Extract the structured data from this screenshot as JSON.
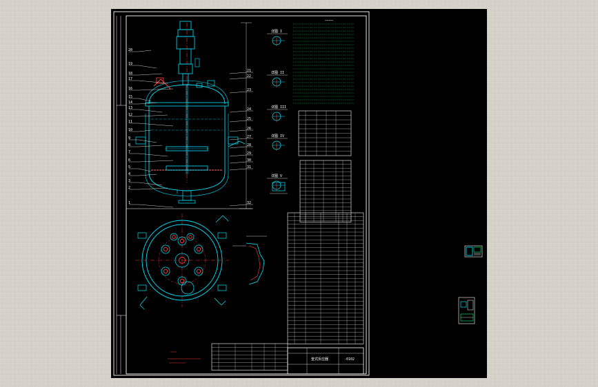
{
  "viewer": {
    "background_color": "#d4d0c8",
    "canvas_color": "#000000"
  },
  "drawing": {
    "colors": {
      "frame": "#ffffff",
      "outline": "#00e5ff",
      "center_line": "#ff3b3b",
      "leader": "#ffffff",
      "hidden": "#00e5ff",
      "highlight": "#ff4040",
      "text": "#ffffff",
      "table_grid": "#ffffff",
      "dim": "#00ff66"
    },
    "item_numbers_left": [
      "20",
      "19",
      "18",
      "17",
      "16",
      "15",
      "14",
      "13",
      "12",
      "11",
      "10",
      "9",
      "8",
      "7",
      "6",
      "5",
      "4",
      "3",
      "2",
      "1"
    ],
    "item_numbers_right": [
      "21",
      "22",
      "23",
      "24",
      "25",
      "26",
      "27",
      "28",
      "29",
      "30",
      "31",
      "32"
    ],
    "detail_titles": [
      "详图 I",
      "详图 II",
      "详图 III",
      "详图 IV",
      "详图 V"
    ],
    "title_block_label": "釜式反应器",
    "title_block_code": "-0102"
  },
  "thumbnails": [
    {
      "name": "thumbnail-1"
    },
    {
      "name": "thumbnail-2"
    }
  ]
}
